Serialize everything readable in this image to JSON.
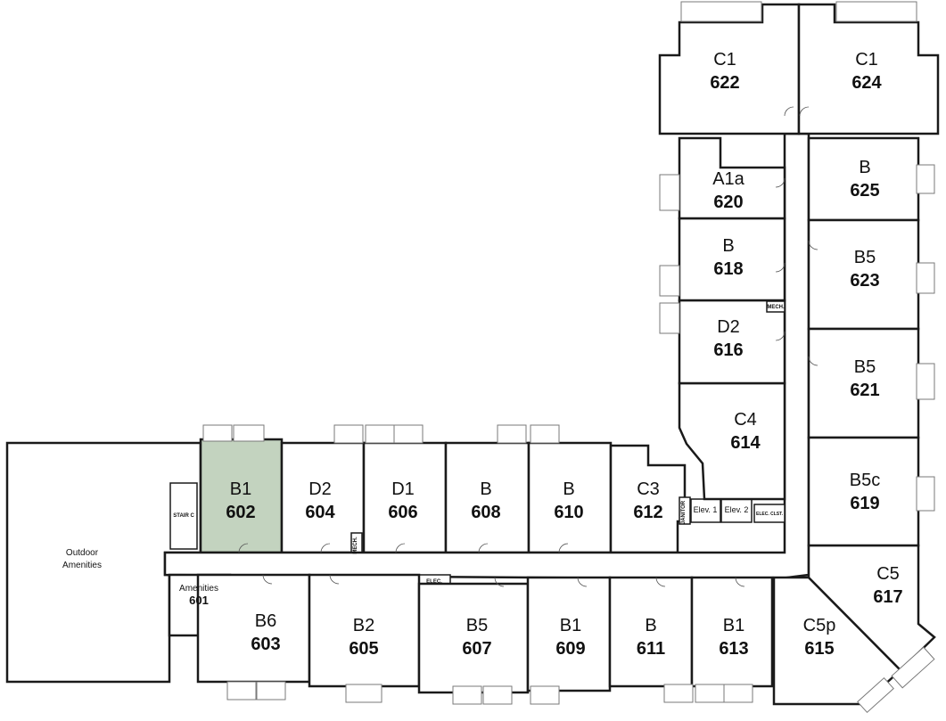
{
  "units": [
    {
      "id": "602",
      "type": "B1",
      "highlighted": true
    },
    {
      "id": "604",
      "type": "D2"
    },
    {
      "id": "606",
      "type": "D1"
    },
    {
      "id": "608",
      "type": "B"
    },
    {
      "id": "610",
      "type": "B"
    },
    {
      "id": "612",
      "type": "C3"
    },
    {
      "id": "614",
      "type": "C4"
    },
    {
      "id": "616",
      "type": "D2"
    },
    {
      "id": "618",
      "type": "B"
    },
    {
      "id": "620",
      "type": "A1a"
    },
    {
      "id": "622",
      "type": "C1"
    },
    {
      "id": "624",
      "type": "C1"
    },
    {
      "id": "625",
      "type": "B"
    },
    {
      "id": "623",
      "type": "B5"
    },
    {
      "id": "621",
      "type": "B5"
    },
    {
      "id": "619",
      "type": "B5c"
    },
    {
      "id": "617",
      "type": "C5"
    },
    {
      "id": "615",
      "type": "C5p"
    },
    {
      "id": "613",
      "type": "B1"
    },
    {
      "id": "611",
      "type": "B"
    },
    {
      "id": "609",
      "type": "B1"
    },
    {
      "id": "607",
      "type": "B5"
    },
    {
      "id": "605",
      "type": "B2"
    },
    {
      "id": "603",
      "type": "B6"
    }
  ],
  "amenities": {
    "label": "Amenities",
    "number": "601"
  },
  "outdoor": {
    "line1": "Outdoor",
    "line2": "Amenities"
  },
  "utility": {
    "stair": "STAIR C",
    "mech1": "MECH.",
    "mech2": "MECH.",
    "elec": "ELEC.",
    "janitor": "JANITOR",
    "elev1": "Elev. 1",
    "elev2": "Elev. 2",
    "elec_closet": "ELEC. CLST."
  },
  "colors": {
    "highlight": "#c3d3bf",
    "wall": "#1a1a1a",
    "window": "#7a7a7a"
  }
}
